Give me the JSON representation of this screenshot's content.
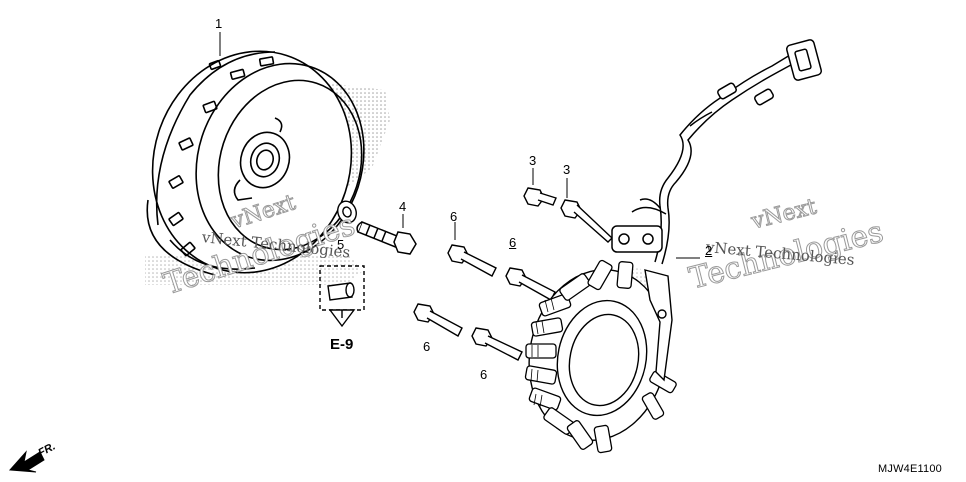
{
  "callouts": [
    "1",
    "2",
    "3",
    "3",
    "4",
    "5",
    "6",
    "6",
    "6",
    "6"
  ],
  "reference_label": "E-9",
  "diagram_code": "MJW4E1100",
  "direction_label": "FR.",
  "watermark": {
    "line_a": "vNext",
    "line_b": "Technologies",
    "combined": "vNext Technologies"
  },
  "colors": {
    "ink": "#000000",
    "watermark": "#9a9a9a"
  }
}
